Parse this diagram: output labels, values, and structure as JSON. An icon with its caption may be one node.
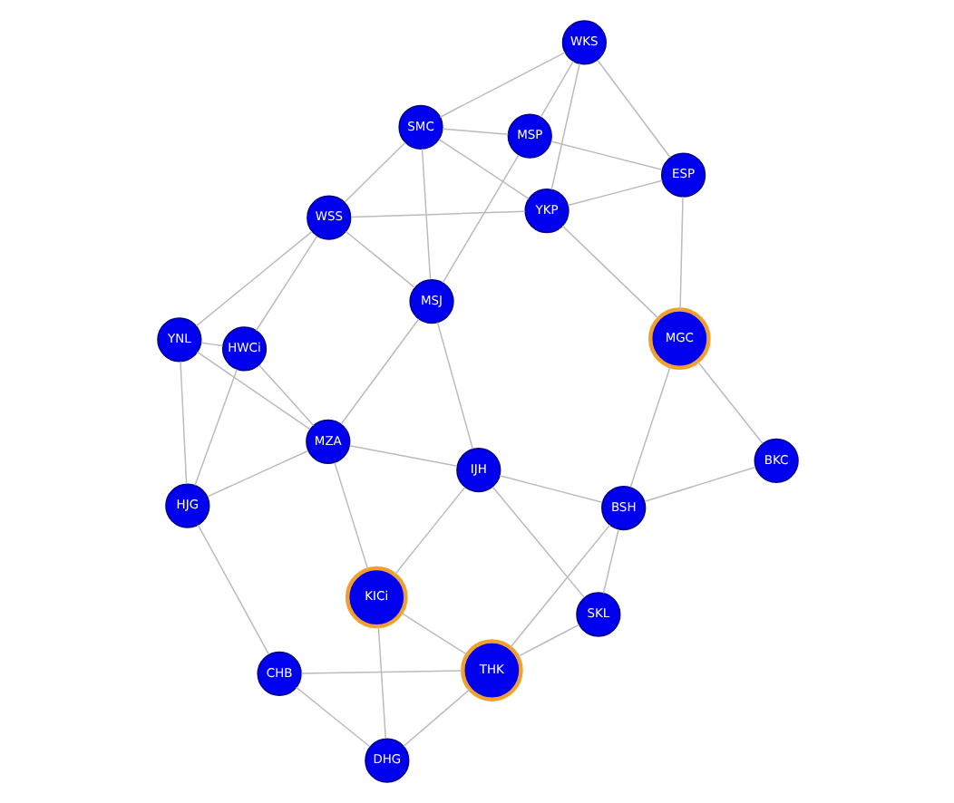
{
  "diagram": {
    "nodes": [
      {
        "text": [
          "DHG"
        ]
      },
      {
        "text": [
          "SKL"
        ]
      },
      {
        "text": [
          "THK"
        ]
      },
      {
        "text": [
          "BKC"
        ]
      },
      {
        "text": [
          "CHB"
        ]
      },
      {
        "text": [
          "BSH"
        ]
      },
      {
        "text": [
          "IJH"
        ]
      },
      {
        "text": [
          "MGC"
        ]
      },
      {
        "text": [
          "KICi"
        ]
      },
      {
        "text": [
          "ESP"
        ]
      },
      {
        "text": [
          "MZA"
        ]
      },
      {
        "text": [
          "MSJ"
        ]
      },
      {
        "text": [
          "HJG"
        ]
      },
      {
        "text": [
          "YKP"
        ]
      },
      {
        "text": [
          "MSP"
        ]
      },
      {
        "text": [
          "HWCi"
        ]
      },
      {
        "text": [
          "SMC"
        ]
      },
      {
        "text": [
          "WSS"
        ]
      },
      {
        "text": [
          "WKS"
        ]
      },
      {
        "text": [
          "YNL"
        ]
      }
    ],
    "edges": [
      {
        "from": 5,
        "to": 1,
        "arrow": "none"
      },
      {
        "from": 0,
        "to": 4,
        "arrow": "none"
      },
      {
        "from": 2,
        "to": 4,
        "arrow": "none"
      },
      {
        "from": 4,
        "to": 12,
        "arrow": "none"
      },
      {
        "from": 10,
        "to": 12,
        "arrow": "none"
      },
      {
        "from": 15,
        "to": 12,
        "arrow": "none"
      },
      {
        "from": 12,
        "to": 19,
        "arrow": "none"
      },
      {
        "from": 10,
        "to": 19,
        "arrow": "none"
      },
      {
        "from": 15,
        "to": 19,
        "arrow": "none"
      },
      {
        "from": 18,
        "to": 16,
        "arrow": "none"
      },
      {
        "from": 16,
        "to": 17,
        "arrow": "none"
      },
      {
        "from": 18,
        "to": 13,
        "arrow": "none"
      },
      {
        "from": 13,
        "to": 9,
        "arrow": "none"
      },
      {
        "from": 13,
        "to": 7,
        "arrow": "none"
      },
      {
        "from": 7,
        "to": 3,
        "arrow": "none"
      },
      {
        "from": 9,
        "to": 14,
        "arrow": "none"
      },
      {
        "from": 14,
        "to": 11,
        "arrow": "none"
      },
      {
        "from": 11,
        "to": 6,
        "arrow": "none"
      },
      {
        "from": 6,
        "to": 1,
        "arrow": "none"
      },
      {
        "from": 2,
        "to": 8,
        "arrow": "none"
      },
      {
        "from": 2,
        "to": 5,
        "arrow": "none"
      },
      {
        "from": 2,
        "to": 0,
        "arrow": "none"
      },
      {
        "from": 8,
        "to": 10,
        "arrow": "none"
      },
      {
        "from": 10,
        "to": 15,
        "arrow": "none"
      },
      {
        "from": 15,
        "to": 17,
        "arrow": "none"
      },
      {
        "from": 17,
        "to": 11,
        "arrow": "none"
      },
      {
        "from": 16,
        "to": 14,
        "arrow": "none"
      },
      {
        "from": 18,
        "to": 9,
        "arrow": "none"
      },
      {
        "from": 13,
        "to": 16,
        "arrow": "none"
      },
      {
        "from": 13,
        "to": 17,
        "arrow": "none"
      },
      {
        "from": 3,
        "to": 5,
        "arrow": "none"
      },
      {
        "from": 7,
        "to": 5,
        "arrow": "none"
      },
      {
        "from": 7,
        "to": 9,
        "arrow": "none"
      },
      {
        "from": 6,
        "to": 10,
        "arrow": "none"
      },
      {
        "from": 5,
        "to": 6,
        "arrow": "none"
      },
      {
        "from": 8,
        "to": 6,
        "arrow": "none"
      },
      {
        "from": 1,
        "to": 2,
        "arrow": "none"
      },
      {
        "from": 0,
        "to": 8,
        "arrow": "none"
      },
      {
        "from": 10,
        "to": 11,
        "arrow": "none"
      },
      {
        "from": 17,
        "to": 19,
        "arrow": "none"
      },
      {
        "from": 18,
        "to": 14,
        "arrow": "none"
      },
      {
        "from": 16,
        "to": 11,
        "arrow": "none"
      }
    ]
  }
}
